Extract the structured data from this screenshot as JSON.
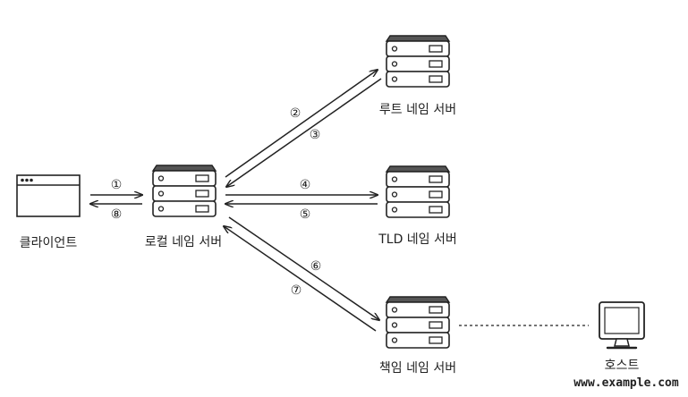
{
  "nodes": {
    "client": {
      "label": "클라이언트"
    },
    "local_dns": {
      "label": "로컬 네임 서버"
    },
    "root_dns": {
      "label": "루트 네임 서버"
    },
    "tld_dns": {
      "label": "TLD 네임 서버"
    },
    "auth_dns": {
      "label": "책임 네임 서버"
    },
    "host": {
      "label": "호스트",
      "domain": "www.example.com"
    }
  },
  "steps": [
    "①",
    "②",
    "③",
    "④",
    "⑤",
    "⑥",
    "⑦",
    "⑧"
  ],
  "colors": {
    "line": "#222222",
    "server_top": "#555555",
    "fill": "#ffffff"
  }
}
